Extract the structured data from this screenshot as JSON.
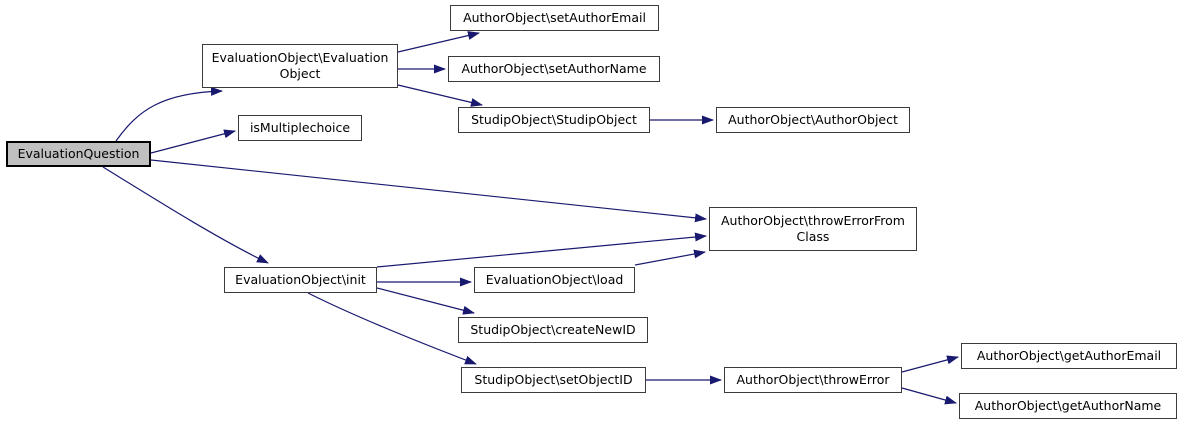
{
  "diagram": {
    "kind": "call-graph",
    "colors": {
      "background": "#ffffff",
      "edge": "#191970",
      "node_border": "#3b3b3b",
      "node_fill": "#ffffff",
      "highlight_fill": "#c0c0c0",
      "highlight_border": "#000000",
      "text": "#000000"
    },
    "nodes": [
      {
        "id": "evaluation-question",
        "label": "EvaluationQuestion",
        "highlighted": true
      },
      {
        "id": "evaluation-object-ctor",
        "label": "EvaluationObject\\Evaluation\nObject"
      },
      {
        "id": "is-multiplechoice",
        "label": "isMultiplechoice"
      },
      {
        "id": "set-author-email",
        "label": "AuthorObject\\setAuthorEmail"
      },
      {
        "id": "set-author-name",
        "label": "AuthorObject\\setAuthorName"
      },
      {
        "id": "studip-object-ctor",
        "label": "StudipObject\\StudipObject"
      },
      {
        "id": "author-object-ctor",
        "label": "AuthorObject\\AuthorObject"
      },
      {
        "id": "throw-error-from-class",
        "label": "AuthorObject\\throwErrorFrom\nClass"
      },
      {
        "id": "evaluation-object-init",
        "label": "EvaluationObject\\init"
      },
      {
        "id": "evaluation-object-load",
        "label": "EvaluationObject\\load"
      },
      {
        "id": "create-new-id",
        "label": "StudipObject\\createNewID"
      },
      {
        "id": "set-object-id",
        "label": "StudipObject\\setObjectID"
      },
      {
        "id": "throw-error",
        "label": "AuthorObject\\throwError"
      },
      {
        "id": "get-author-email",
        "label": "AuthorObject\\getAuthorEmail"
      },
      {
        "id": "get-author-name",
        "label": "AuthorObject\\getAuthorName"
      }
    ],
    "edges": [
      {
        "from": "EvaluationQuestion",
        "to": "EvaluationObject\\EvaluationObject"
      },
      {
        "from": "EvaluationQuestion",
        "to": "isMultiplechoice"
      },
      {
        "from": "EvaluationQuestion",
        "to": "AuthorObject\\throwErrorFromClass"
      },
      {
        "from": "EvaluationQuestion",
        "to": "EvaluationObject\\init"
      },
      {
        "from": "EvaluationObject\\EvaluationObject",
        "to": "AuthorObject\\setAuthorEmail"
      },
      {
        "from": "EvaluationObject\\EvaluationObject",
        "to": "AuthorObject\\setAuthorName"
      },
      {
        "from": "EvaluationObject\\EvaluationObject",
        "to": "StudipObject\\StudipObject"
      },
      {
        "from": "StudipObject\\StudipObject",
        "to": "AuthorObject\\AuthorObject"
      },
      {
        "from": "EvaluationObject\\init",
        "to": "AuthorObject\\throwErrorFromClass"
      },
      {
        "from": "EvaluationObject\\init",
        "to": "EvaluationObject\\load"
      },
      {
        "from": "EvaluationObject\\init",
        "to": "StudipObject\\createNewID"
      },
      {
        "from": "EvaluationObject\\init",
        "to": "StudipObject\\setObjectID"
      },
      {
        "from": "EvaluationObject\\load",
        "to": "AuthorObject\\throwErrorFromClass"
      },
      {
        "from": "StudipObject\\setObjectID",
        "to": "AuthorObject\\throwError"
      },
      {
        "from": "AuthorObject\\throwError",
        "to": "AuthorObject\\getAuthorEmail"
      },
      {
        "from": "AuthorObject\\throwError",
        "to": "AuthorObject\\getAuthorName"
      }
    ]
  }
}
